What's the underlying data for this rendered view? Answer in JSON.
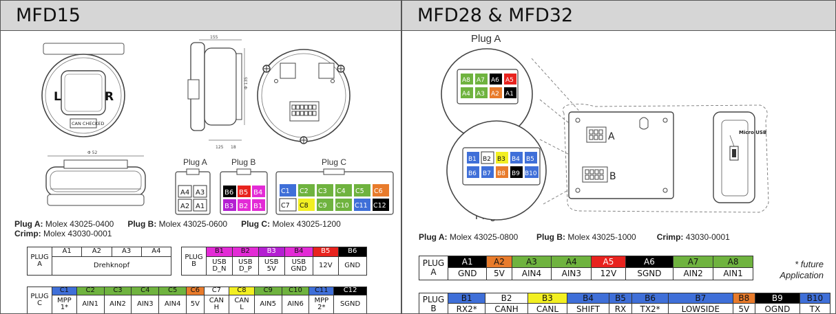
{
  "left": {
    "title": "MFD15",
    "display_letters": [
      "L",
      "R"
    ],
    "logo_text": "CAN CHECKED",
    "plug_labels": [
      "Plug A",
      "Plug B",
      "Plug C"
    ],
    "dims": [
      "155",
      "Φ 52",
      "Φ 135",
      "125",
      "18"
    ],
    "plug_a_pins": [
      "A4",
      "A3",
      "A2",
      "A1"
    ],
    "plug_b_pins": [
      "B6",
      "B5",
      "B4",
      "B3",
      "B2",
      "B1"
    ],
    "plug_c_pins": [
      "C1",
      "C2",
      "C3",
      "C4",
      "C5",
      "C6",
      "C7",
      "C8",
      "C9",
      "C10",
      "C11",
      "C12"
    ],
    "caption": {
      "plug_a_label": "Plug A:",
      "plug_a_part": "Molex 43025-0400",
      "plug_b_label": "Plug B:",
      "plug_b_part": "Molex 43025-0600",
      "plug_c_label": "Plug C:",
      "plug_c_part": "Molex 43025-1200",
      "crimp_label": "Crimp:",
      "crimp_part": "Molex 43030-0001"
    },
    "table_a": {
      "plug": [
        "PLUG",
        "A"
      ],
      "pins": [
        "A1",
        "A2",
        "A3",
        "A4"
      ],
      "value": "Drehknopf"
    },
    "table_b": {
      "plug": [
        "PLUG",
        "B"
      ],
      "pins": [
        "B1",
        "B2",
        "B3",
        "B4",
        "B5",
        "B6"
      ],
      "values": [
        [
          "USB",
          "D_N"
        ],
        [
          "USB",
          "D_P"
        ],
        [
          "USB",
          "5V"
        ],
        [
          "USB",
          "GND"
        ],
        [
          "12V"
        ],
        [
          "GND"
        ]
      ]
    },
    "table_c": {
      "plug": [
        "PLUG",
        "C"
      ],
      "pins": [
        "C1",
        "C2",
        "C3",
        "C4",
        "C5",
        "C6",
        "C7",
        "C8",
        "C9",
        "C10",
        "C11",
        "C12"
      ],
      "values": [
        [
          "MPP",
          "1*"
        ],
        [
          "AIN1"
        ],
        [
          "AIN2"
        ],
        [
          "AIN3"
        ],
        [
          "AIN4"
        ],
        [
          "5V"
        ],
        [
          "CAN",
          "H"
        ],
        [
          "CAN",
          "L"
        ],
        [
          "AIN5"
        ],
        [
          "AIN6"
        ],
        [
          "MPP",
          "2*"
        ],
        [
          "SGND"
        ]
      ]
    }
  },
  "right": {
    "title": "MFD28 & MFD32",
    "plug_a_title": "Plug A",
    "plug_b_title": "Plug B",
    "label_a": "A",
    "label_b": "B",
    "micro_usb": "Micro USB",
    "plug_a_pins": [
      "A8",
      "A7",
      "A6",
      "A5",
      "A4",
      "A3",
      "A2",
      "A1"
    ],
    "plug_b_pins": [
      "B1",
      "B2",
      "B3",
      "B4",
      "B5",
      "B6",
      "B7",
      "B8",
      "B9",
      "B10"
    ],
    "caption": {
      "plug_a_label": "Plug A:",
      "plug_a_part": "Molex 43025-0800",
      "plug_b_label": "Plug B:",
      "plug_b_part": "Molex 43025-1000",
      "crimp_label": "Crimp:",
      "crimp_part": "43030-0001"
    },
    "table_a": {
      "plug": [
        "PLUG",
        "A"
      ],
      "pins": [
        "A1",
        "A2",
        "A3",
        "A4",
        "A5",
        "A6",
        "A7",
        "A8"
      ],
      "values": [
        "GND",
        "5V",
        "AIN4",
        "AIN3",
        "12V",
        "SGND",
        "AIN2",
        "AIN1"
      ]
    },
    "table_b": {
      "plug": [
        "PLUG",
        "B"
      ],
      "pins": [
        "B1",
        "B2",
        "B3",
        "B4",
        "B5",
        "B6",
        "B7",
        "B8",
        "B9",
        "B10"
      ],
      "values": [
        "RX2*",
        "CANH",
        "CANL",
        "SHIFT",
        "RX",
        "TX2*",
        "LOWSIDE",
        "5V",
        "OGND",
        "TX"
      ]
    },
    "note": [
      "* future",
      "Application"
    ]
  },
  "colors": {
    "black": "#000000",
    "red": "#e8231e",
    "magenta": "#e32bd6",
    "purple": "#b41fd2",
    "blue": "#3f6fd8",
    "green": "#6fb33f",
    "yellow": "#f2ef22",
    "orange": "#e87b2b",
    "header_bg": "#d6d6d6"
  }
}
